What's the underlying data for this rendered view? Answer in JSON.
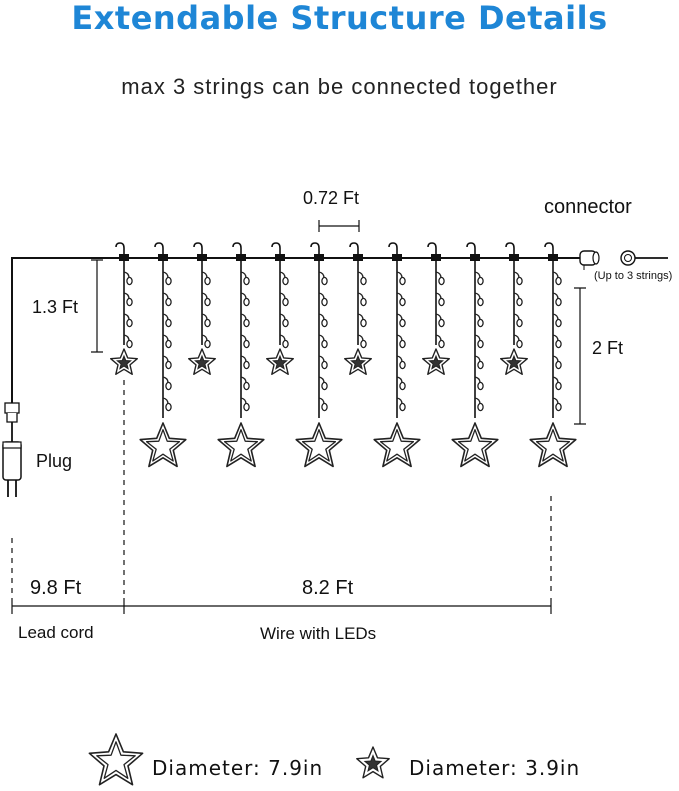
{
  "header": {
    "title": "Extendable Structure Details",
    "subtitle": "max 3 strings can be connected together",
    "title_color": "#1e86d6"
  },
  "labels": {
    "spacing": "0.72 Ft",
    "connector": "connector",
    "connector_note": "(Up to 3 strings)",
    "short_drop": "1.3 Ft",
    "long_drop": "2 Ft",
    "plug": "Plug",
    "lead_length": "9.8 Ft",
    "wire_length": "8.2 Ft",
    "lead_cord": "Lead cord",
    "wire_with_leds": "Wire with LEDs"
  },
  "legend": {
    "large_star": "Diameter: 7.9in",
    "small_star": "Diameter: 3.9in"
  },
  "structure": {
    "drop_pattern": [
      "short",
      "long",
      "short",
      "long",
      "short",
      "long",
      "short",
      "long",
      "short",
      "long",
      "short",
      "long"
    ],
    "large_star_icon": "large-star-icon",
    "small_star_icon": "small-star-icon"
  }
}
